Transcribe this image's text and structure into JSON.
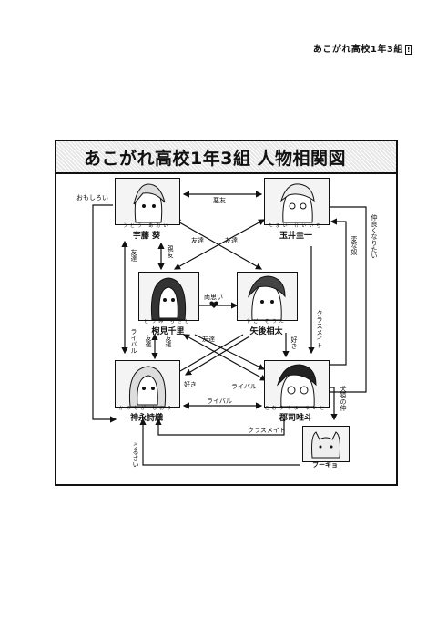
{
  "header": {
    "title": "あこがれ高校1年3組",
    "mark": "!"
  },
  "diagram": {
    "title": "あこがれ高校1年3組 人物相関図",
    "characters": [
      {
        "id": "utou",
        "name": "宇藤 葵",
        "ruby": "うとう あおい"
      },
      {
        "id": "tamai",
        "name": "玉井圭一",
        "ruby": "たまい けいいち"
      },
      {
        "id": "toumi",
        "name": "椀見千里",
        "ruby": "とうみ ちさと"
      },
      {
        "id": "yago",
        "name": "矢後相太",
        "ruby": "やご そうた"
      },
      {
        "id": "kaminaga",
        "name": "神永詩織",
        "ruby": "かみなが しおり"
      },
      {
        "id": "kouriyama",
        "name": "郡司唯斗",
        "ruby": "こおりやま ゆいと"
      },
      {
        "id": "bugyo",
        "name": "ブーギョ",
        "ruby": ""
      }
    ],
    "relations": {
      "akuyu": "悪友",
      "yujin_x1": "友達",
      "yujin_x2": "友達",
      "omoshiroi": "おもしろい",
      "nakayoku": "仲良くなりたい",
      "henna_yatsu": "変な奴",
      "yujin_left": "友達",
      "shinyu": "親友",
      "kataomoi": "両思い",
      "classmate_right": "クラスメイト",
      "rival_left": "ライバル",
      "yujin_mid1": "友達",
      "yujin_mid2": "友達",
      "yujin_diag": "友達",
      "suki_diag": "好き",
      "rival_diag": "ライバル",
      "suki_v": "好き",
      "rival_bottom": "ライバル",
      "kenen": "犬猿の仲",
      "classmate_bottom": "クラスメイト",
      "urusai": "うるさい"
    }
  }
}
